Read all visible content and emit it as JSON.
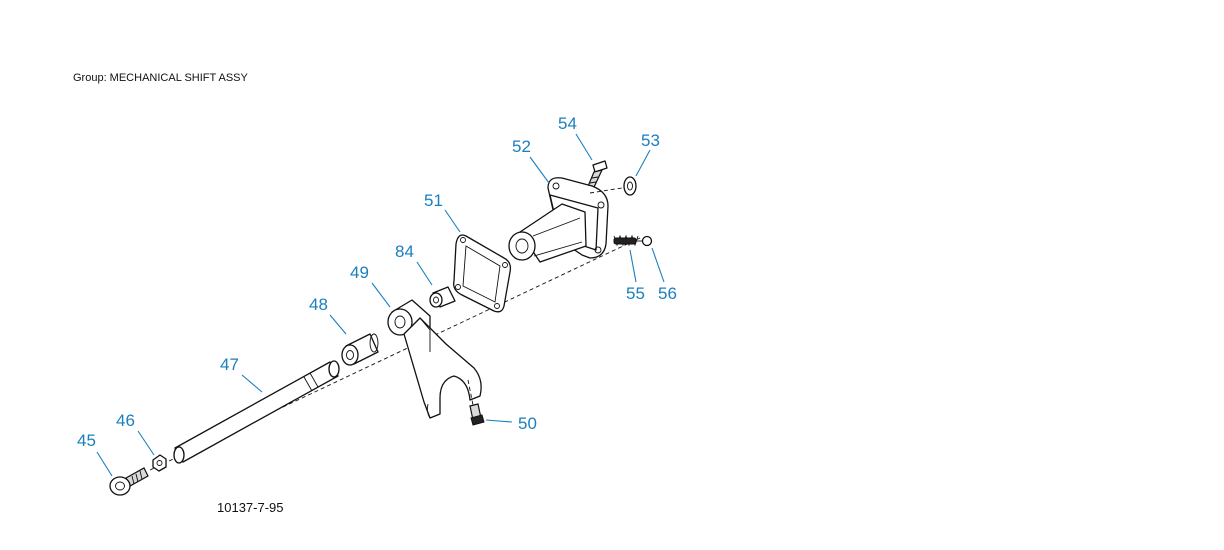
{
  "header": {
    "group_label": "Group: MECHANICAL SHIFT ASSY"
  },
  "figure_ref": "10137-7-95",
  "callouts": [
    "45",
    "46",
    "47",
    "48",
    "49",
    "84",
    "51",
    "52",
    "54",
    "53",
    "55",
    "56",
    "50"
  ],
  "colors": {
    "callout": "#1a7fbf",
    "line": "#111111"
  }
}
